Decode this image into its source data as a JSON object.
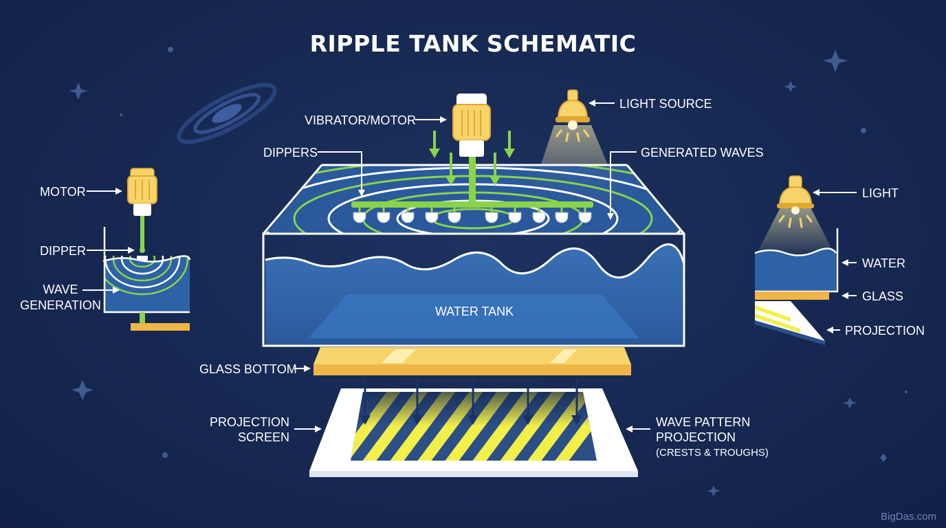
{
  "title": "RIPPLE TANK SCHEMATIC",
  "labels": {
    "vibrator_motor": "VIBRATOR/MOTOR",
    "light_source": "LIGHT SOURCE",
    "dippers": "DIPPERS",
    "generated_waves": "GENERATED WAVES",
    "water_tank": "WATER TANK",
    "glass_bottom": "GLASS BOTTOM",
    "projection_screen_line1": "PROJECTION",
    "projection_screen_line2": "SCREEN",
    "wave_pattern_line1": "WAVE PATTERN",
    "wave_pattern_line2": "PROJECTION",
    "wave_pattern_line3": "(CRESTS & TROUGHS)"
  },
  "left_inset": {
    "motor": "MOTOR",
    "dipper": "DIPPER",
    "wave_line1": "WAVE",
    "wave_line2": "GENERATION"
  },
  "right_inset": {
    "light": "LIGHT",
    "water": "WATER",
    "glass": "GLASS",
    "projection": "PROJECTION"
  },
  "watermark": "BigDas.com",
  "colors": {
    "background": "#172a54",
    "water": "#2f63a8",
    "wave_green": "#8bd34a",
    "glass_yellow": "#f5c451",
    "motor_yellow": "#f7d46a"
  }
}
